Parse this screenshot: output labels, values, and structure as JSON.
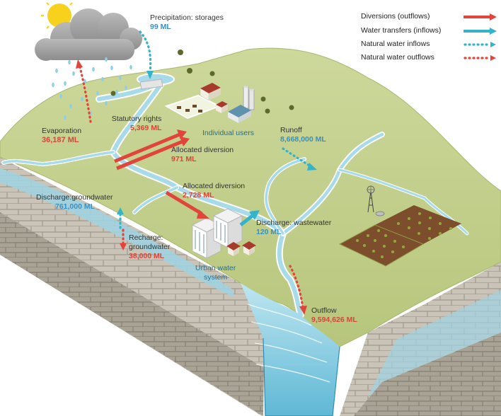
{
  "colors": {
    "outflow": "#e0443a",
    "inflow": "#35b3c8",
    "value_red": "#d9443a",
    "value_blue": "#3a8fbf",
    "label_teal": "#2a6f8a",
    "land": "#c3d08d",
    "rock": "#c8c3b6",
    "water": "#9fd3e3"
  },
  "legend": {
    "diversions": "Diversions (outflows)",
    "transfers": "Water transfers (inflows)",
    "natural_inflows": "Natural water inflows",
    "natural_outflows": "Natural water outflows"
  },
  "precipitation": {
    "label": "Precipitation: storages",
    "value": "99 ML"
  },
  "evaporation": {
    "label": "Evaporation",
    "value": "36,187 ML"
  },
  "statutory": {
    "label": "Statutory rights",
    "value": "5,369 ML"
  },
  "individual_users": {
    "label": "Individual users"
  },
  "allocated_1": {
    "label": "Allocated diversion",
    "value": "971 ML"
  },
  "runoff": {
    "label": "Runoff",
    "value": "8,668,000 ML"
  },
  "allocated_2": {
    "label": "Allocated diversion",
    "value": "2,728 ML"
  },
  "discharge_gw": {
    "label": "Discharge:groundwater",
    "value": "761,000 ML"
  },
  "recharge_gw": {
    "label_1": "Recharge:",
    "label_2": "groundwater",
    "value": "38,000 ML"
  },
  "discharge_ww": {
    "label": "Discharge: wastewater",
    "value": "120 ML"
  },
  "urban": {
    "label_1": "Urban water",
    "label_2": "system"
  },
  "outflow": {
    "label": "Outflow",
    "value": "9,594,626 ML"
  }
}
